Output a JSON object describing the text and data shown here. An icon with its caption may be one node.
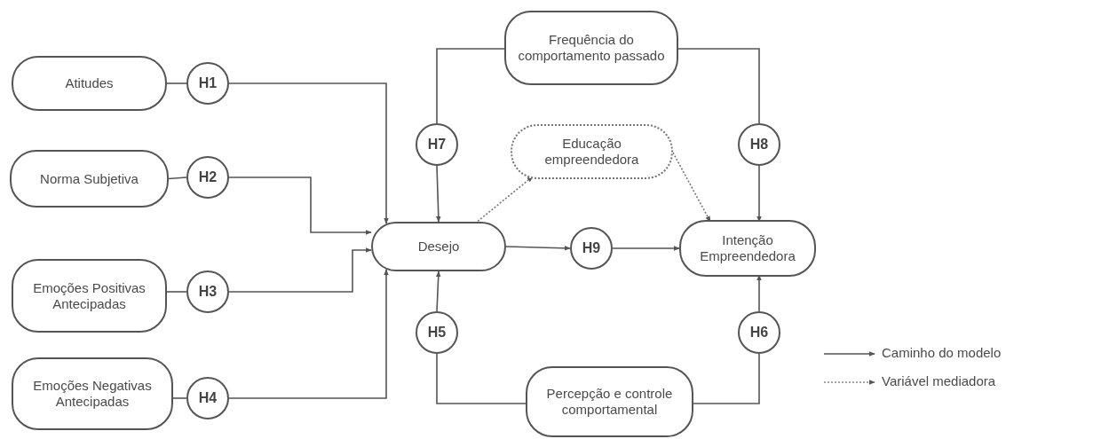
{
  "diagram": {
    "nodes": [
      {
        "text": [
          "Frequência do comportamento passado"
        ]
      },
      {
        "text": [
          "Atitudes"
        ]
      },
      {
        "text": [
          "H1"
        ]
      },
      {
        "text": [
          "Norma Subjetiva"
        ]
      },
      {
        "text": [
          "H2"
        ]
      },
      {
        "text": [
          "H7"
        ]
      },
      {
        "text": [
          "Educação empreendedora"
        ]
      },
      {
        "text": [
          "H8"
        ]
      },
      {
        "text": [
          "Desejo"
        ]
      },
      {
        "text": [
          "H9"
        ]
      },
      {
        "text": [
          "Intenção Empreendedora"
        ]
      },
      {
        "text": [
          "Emoções Positivas Antecipadas"
        ]
      },
      {
        "text": [
          "H3"
        ]
      },
      {
        "text": [
          "H5"
        ]
      },
      {
        "text": [
          "H6"
        ]
      },
      {
        "text": [
          "Emoções Negativas Antecipadas"
        ]
      },
      {
        "text": [
          "H4"
        ]
      },
      {
        "text": [
          "Percepção e controle comportamental"
        ]
      }
    ],
    "edges": [
      {
        "from": 1,
        "to": 2,
        "arrow": "none"
      },
      {
        "from": 2,
        "to": 8,
        "arrow": "to"
      },
      {
        "from": 3,
        "to": 4,
        "arrow": "none"
      },
      {
        "from": 4,
        "to": 8,
        "arrow": "to"
      },
      {
        "from": 11,
        "to": 12,
        "arrow": "none"
      },
      {
        "from": 12,
        "to": 8,
        "arrow": "to"
      },
      {
        "from": 15,
        "to": 16,
        "arrow": "none"
      },
      {
        "from": 16,
        "to": 8,
        "arrow": "to"
      },
      {
        "from": 0,
        "to": 5,
        "arrow": "none"
      },
      {
        "from": 5,
        "to": 8,
        "arrow": "to"
      },
      {
        "from": 0,
        "to": 7,
        "arrow": "none"
      },
      {
        "from": 7,
        "to": 10,
        "arrow": "to"
      },
      {
        "from": 17,
        "to": 13,
        "arrow": "none"
      },
      {
        "from": 13,
        "to": 8,
        "arrow": "to"
      },
      {
        "from": 17,
        "to": 14,
        "arrow": "none"
      },
      {
        "from": 14,
        "to": 10,
        "arrow": "to"
      },
      {
        "from": 8,
        "to": 9,
        "arrow": "to"
      },
      {
        "from": 9,
        "to": 10,
        "arrow": "to"
      },
      {
        "from": 8,
        "to": 6,
        "arrow": "to",
        "style": "dashed"
      },
      {
        "from": 6,
        "to": 10,
        "arrow": "to",
        "style": "dashed"
      }
    ],
    "legend": [
      {
        "text": "Caminho do modelo"
      },
      {
        "text": "Variável mediadora"
      }
    ]
  }
}
